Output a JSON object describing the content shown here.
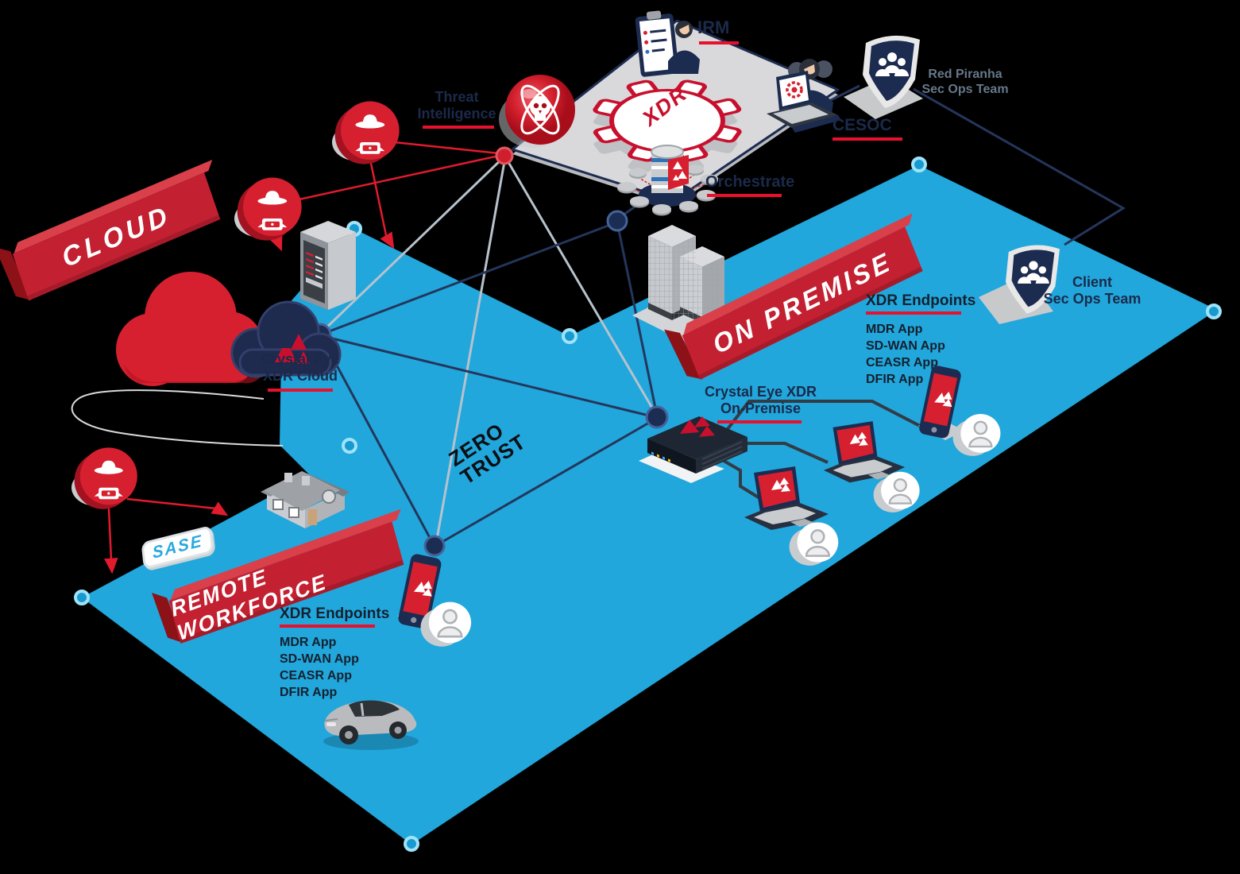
{
  "colors": {
    "platform_blue": "#21A7DC",
    "crimson": "#C32032",
    "navy": "#1B2A4A",
    "red_line": "#E11B2E",
    "gray_line": "#B7C2CC",
    "underline_red": "#E8112D",
    "sase_blue": "#2AA9E0"
  },
  "top_platform": {
    "irm_label": "IRM",
    "xdr_gear_label": "XDR",
    "threat_intelligence_line1": "Threat",
    "threat_intelligence_line2": "Intelligence",
    "cesoc_label": "CESOC",
    "red_piranha_team_line1": "Red Piranha",
    "red_piranha_team_line2": "Sec Ops Team",
    "orchestrate_label": "Orchestrate"
  },
  "cloud": {
    "banner": "CLOUD",
    "crystal_eye_line1": "Crystal Eye",
    "crystal_eye_line2": "XDR Cloud"
  },
  "zero_trust": {
    "line1": "ZERO",
    "line2": "TRUST"
  },
  "on_premise": {
    "banner": "ON PREMISE",
    "endpoints_heading": "XDR Endpoints",
    "apps": [
      "MDR App",
      "SD-WAN App",
      "CEASR App",
      "DFIR App"
    ],
    "server_label_line1": "Crystal Eye XDR",
    "server_label_line2": "On-Premise"
  },
  "client": {
    "label_line1": "Client",
    "label_line2": "Sec Ops Team"
  },
  "remote_workforce": {
    "banner": "REMOTE WORKFORCE",
    "sase_label": "SASE",
    "endpoints_heading": "XDR Endpoints",
    "apps": [
      "MDR App",
      "SD-WAN App",
      "CEASR App",
      "DFIR App"
    ]
  },
  "logo_glyph": "▲"
}
